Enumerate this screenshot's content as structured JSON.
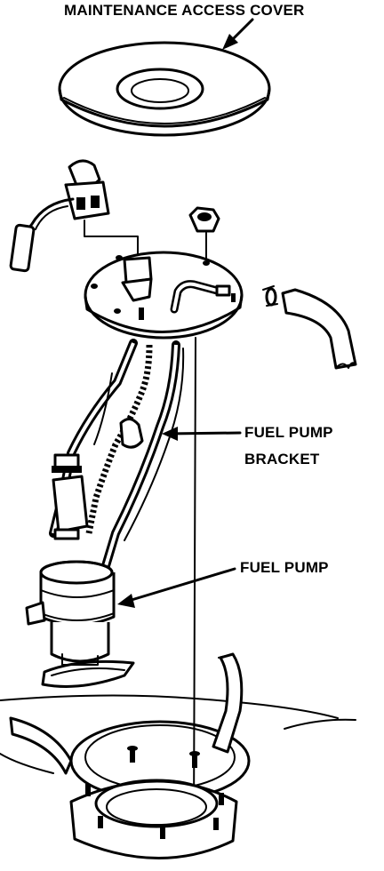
{
  "labels": {
    "cover": "MAINTENANCE ACCESS COVER",
    "bracket_line1": "FUEL PUMP",
    "bracket_line2": "BRACKET",
    "pump": "FUEL PUMP"
  },
  "colors": {
    "ink": "#000000",
    "paper": "#ffffff"
  }
}
